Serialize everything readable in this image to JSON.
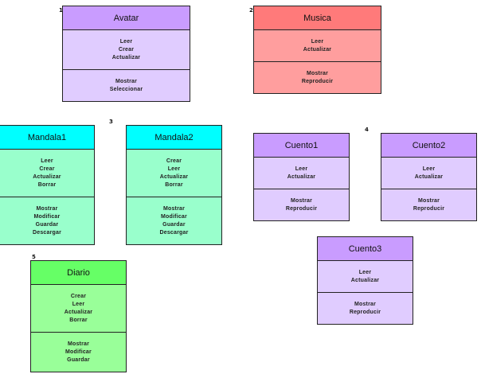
{
  "groups": [
    {
      "number": "1"
    },
    {
      "number": "2"
    },
    {
      "number": "3"
    },
    {
      "number": "4"
    },
    {
      "number": "5"
    }
  ],
  "boxes": {
    "avatar": {
      "title": "Avatar",
      "color": "#c99cff",
      "ops": [
        "Leer",
        "Crear",
        "Actualizar"
      ],
      "views": [
        "Mostrar",
        "Seleccionar"
      ]
    },
    "musica": {
      "title": "Musica",
      "color": "#ff7a7a",
      "ops": [
        "Leer",
        "Actualizar"
      ],
      "views": [
        "Mostrar",
        "Reproducir"
      ]
    },
    "mandala1": {
      "title": "Mandala1",
      "color": "#00ffff",
      "ops": [
        "Leer",
        "Crear",
        "Actualizar",
        "Borrar"
      ],
      "views": [
        "Mostrar",
        "Modificar",
        "Guardar",
        "Descargar"
      ]
    },
    "mandala2": {
      "title": "Mandala2",
      "color": "#00ffff",
      "ops": [
        "Crear",
        "Leer",
        "Actualizar",
        "Borrar"
      ],
      "views": [
        "Mostrar",
        "Modificar",
        "Guardar",
        "Descargar"
      ]
    },
    "cuento1": {
      "title": "Cuento1",
      "color": "#c99cff",
      "ops": [
        "Leer",
        "Actualizar"
      ],
      "views": [
        "Mostrar",
        "Reproducir"
      ]
    },
    "cuento2": {
      "title": "Cuento2",
      "color": "#c99cff",
      "ops": [
        "Leer",
        "Actualizar"
      ],
      "views": [
        "Mostrar",
        "Reproducir"
      ]
    },
    "cuento3": {
      "title": "Cuento3",
      "color": "#c99cff",
      "ops": [
        "Leer",
        "Actualizar"
      ],
      "views": [
        "Mostrar",
        "Reproducir"
      ]
    },
    "diario": {
      "title": "Diario",
      "color": "#66ff66",
      "ops": [
        "Crear",
        "Leer",
        "Actualizar",
        "Borrar"
      ],
      "views": [
        "Mostrar",
        "Modificar",
        "Guardar"
      ]
    }
  }
}
